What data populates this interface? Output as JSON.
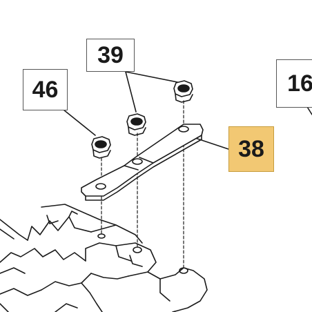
{
  "callouts": {
    "c39": {
      "label": "39",
      "highlighted": false
    },
    "c46": {
      "label": "46",
      "highlighted": false
    },
    "c16": {
      "label": "16",
      "highlighted": false
    },
    "c38": {
      "label": "38",
      "highlighted": true
    }
  },
  "colors": {
    "line": "#1a1a1a",
    "highlight_fill": "#f2c873",
    "highlight_border": "#c69c3c",
    "background": "#ffffff"
  }
}
